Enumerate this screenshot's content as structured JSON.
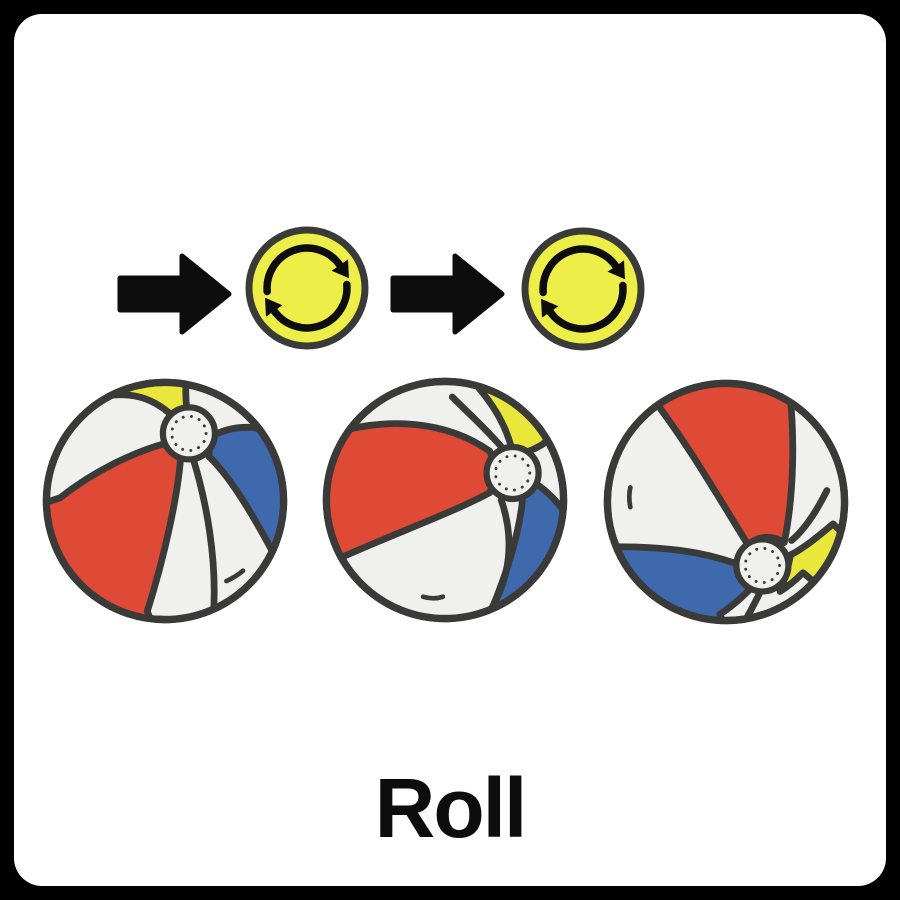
{
  "title": {
    "text": "Roll"
  },
  "colors": {
    "frame": "#000000",
    "card": "#ffffff",
    "ink": "#0d0d0d",
    "outline": "#3a3a38",
    "ball-body": "#f0f0ee",
    "red": "#de4a36",
    "blue": "#3e69ac",
    "yellow": "#eae73c",
    "icon-yellow": "#edee48"
  },
  "sequence": {
    "steps": [
      {
        "icon": "arrow-right-icon"
      },
      {
        "icon": "rotate-clockwise-icon"
      },
      {
        "icon": "arrow-right-icon"
      },
      {
        "icon": "rotate-clockwise-icon"
      }
    ]
  },
  "balls": [
    {
      "name": "beach-ball-frame-1",
      "valve_position": "upper-right",
      "panels": [
        "yellow top-left",
        "red lower-left",
        "blue right"
      ]
    },
    {
      "name": "beach-ball-frame-2",
      "valve_position": "right",
      "panels": [
        "red left",
        "yellow top-right",
        "blue bottom-right"
      ]
    },
    {
      "name": "beach-ball-frame-3",
      "valve_position": "bottom",
      "panels": [
        "red top",
        "blue bottom-left",
        "yellow bottom-right"
      ]
    }
  ]
}
